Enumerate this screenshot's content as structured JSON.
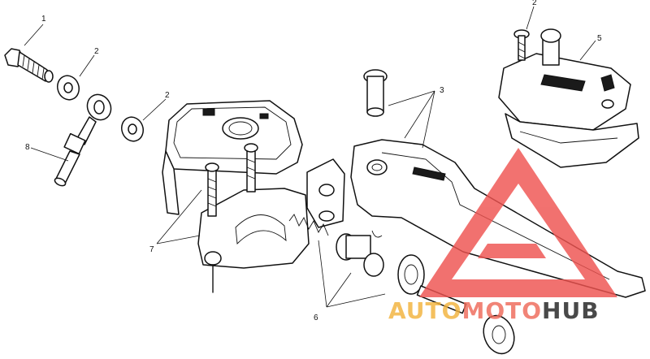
{
  "callouts": [
    {
      "id": "c1",
      "text": "1"
    },
    {
      "id": "c2a",
      "text": "2"
    },
    {
      "id": "c2b",
      "text": "2"
    },
    {
      "id": "c2c",
      "text": "2"
    },
    {
      "id": "c3",
      "text": "3"
    },
    {
      "id": "c5",
      "text": "5"
    },
    {
      "id": "c6",
      "text": "6"
    },
    {
      "id": "c7",
      "text": "7"
    },
    {
      "id": "c8",
      "text": "8"
    }
  ],
  "watermark": {
    "brand": "AUTOMOTOHUB",
    "part1": "AUTO",
    "part2": "MOTO",
    "part3": "HUB",
    "color_auto": "#f2b33d",
    "color_moto": "#ef6a5a",
    "color_hub": "#222222",
    "triangle_color": "#ef5350"
  }
}
